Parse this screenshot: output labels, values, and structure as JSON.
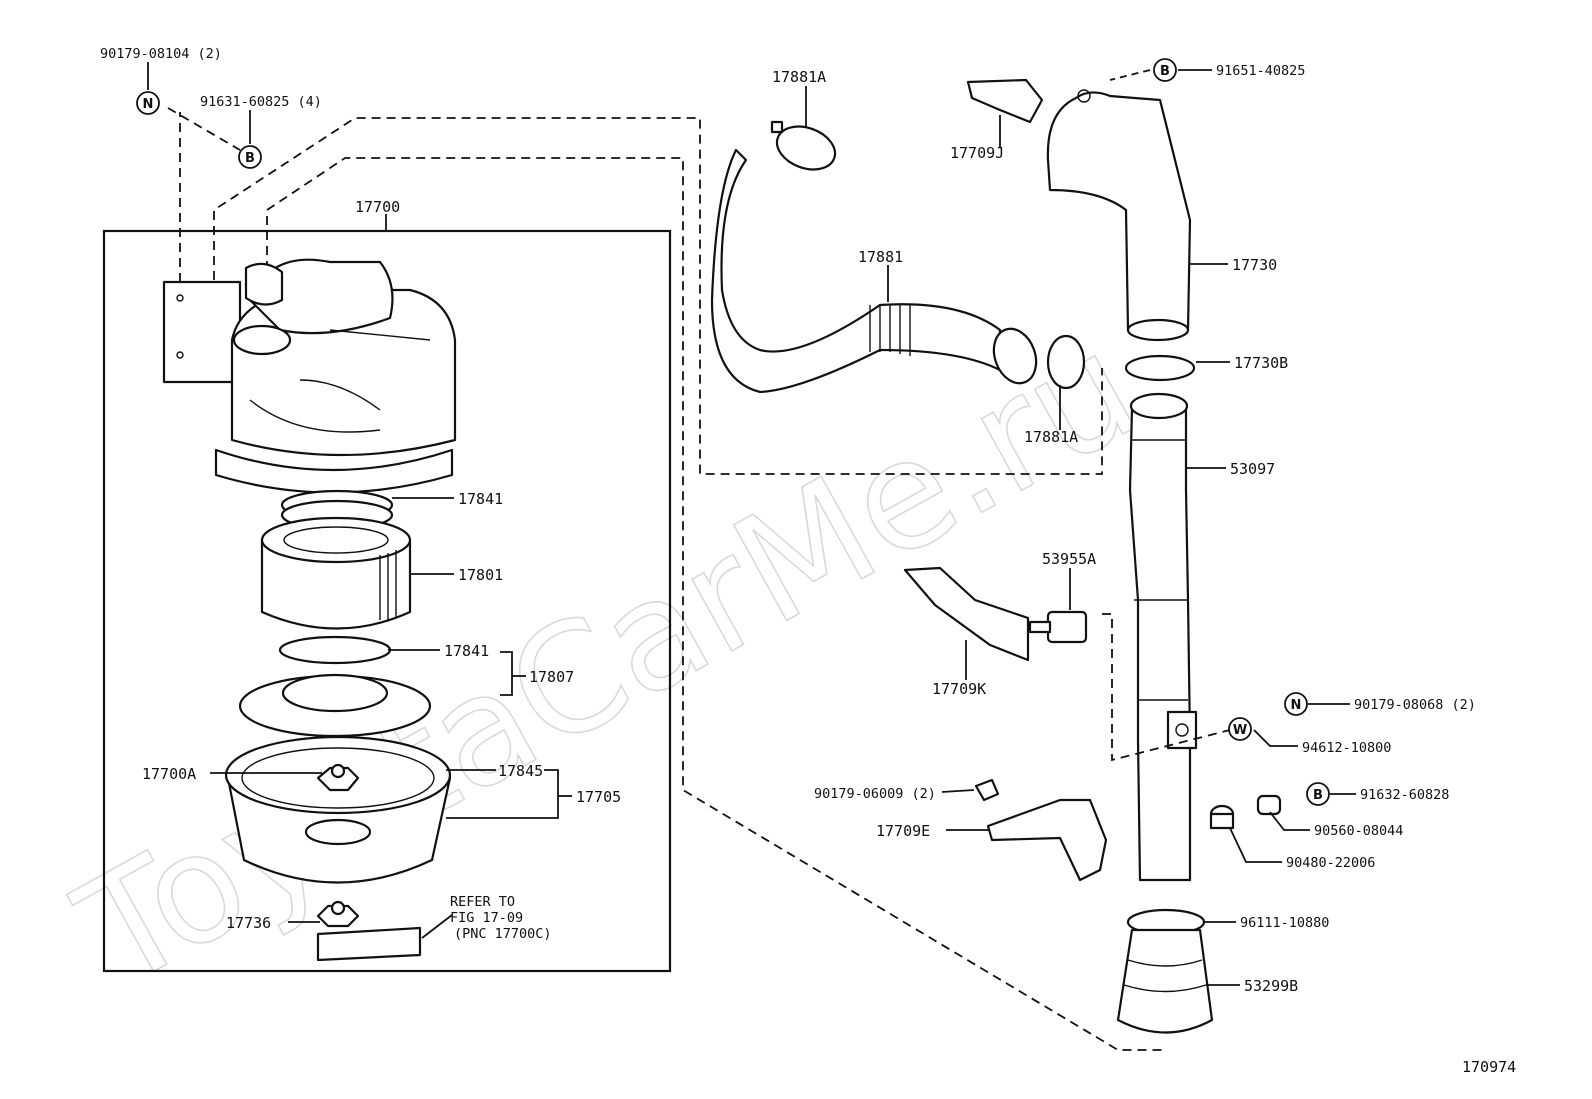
{
  "watermark": "ToyotaCarMe.ru",
  "figure_number": "170974",
  "labels": {
    "p90179_08104": "90179-08104 (2)",
    "p91631_60825": "91631-60825 (4)",
    "p17700": "17700",
    "p17841a": "17841",
    "p17801": "17801",
    "p17841b": "17841",
    "p17807": "17807",
    "p17700A": "17700A",
    "p17845": "17845",
    "p17705": "17705",
    "p17736": "17736",
    "refer1": "REFER TO",
    "refer2": "FIG 17-09",
    "refer3": "(PNC 17700C)",
    "p17881A_top": "17881A",
    "p17881": "17881",
    "p17881A_bot": "17881A",
    "p17709J": "17709J",
    "p91651_40825": "91651-40825",
    "p17730": "17730",
    "p17730B": "17730B",
    "p53097": "53097",
    "p53955A": "53955A",
    "p17709K": "17709K",
    "p90179_08068": "90179-08068 (2)",
    "p94612_10800": "94612-10800",
    "p90179_06009": "90179-06009 (2)",
    "p91632_60828": "91632-60828",
    "p17709E": "17709E",
    "p90560_08044": "90560-08044",
    "p90480_22006": "90480-22006",
    "p96111_10880": "96111-10880",
    "p53299B": "53299B"
  },
  "symbols": {
    "N": "N",
    "B": "B",
    "W": "W"
  }
}
